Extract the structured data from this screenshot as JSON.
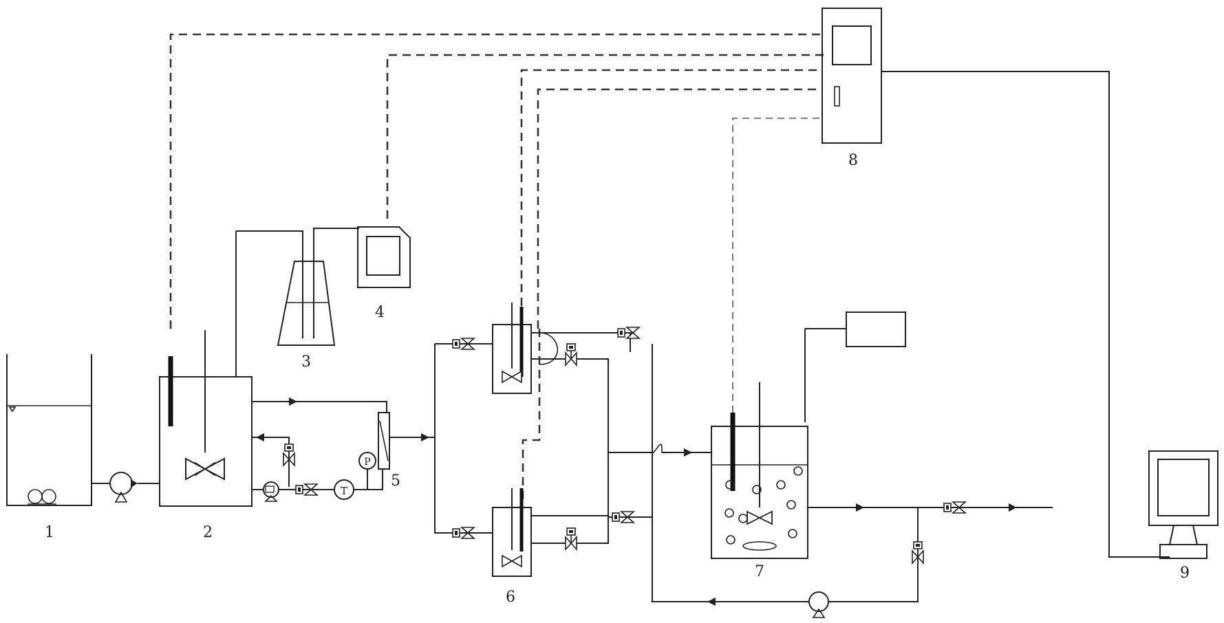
{
  "labels": {
    "n1": "1",
    "n2": "2",
    "n3": "3",
    "n4": "4",
    "n5": "5",
    "n6": "6",
    "n7": "7",
    "n8": "8",
    "n9": "9"
  },
  "gauges": {
    "pressure": "P",
    "temperature": "T"
  }
}
